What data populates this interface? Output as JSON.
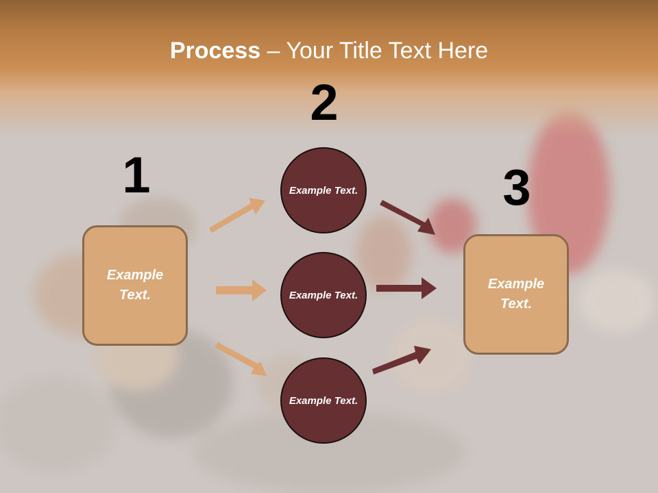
{
  "slide": {
    "title_bold": "Process",
    "title_rest": " – Your Title Text Here"
  },
  "steps": [
    {
      "number": "1"
    },
    {
      "number": "2"
    },
    {
      "number": "3"
    }
  ],
  "nodes": {
    "box_left": "Example Text.",
    "circle_top": "Example Text.",
    "circle_middle": "Example Text.",
    "circle_bottom": "Example Text.",
    "box_right": "Example Text."
  },
  "colors": {
    "title_band": "#c98c52",
    "box_fill": "#d9a878",
    "box_border": "#8a6a4f",
    "circle_fill": "#662f31",
    "arrow_light": "#dba575",
    "arrow_dark": "#6b3031",
    "background": "#cdc6c2"
  }
}
